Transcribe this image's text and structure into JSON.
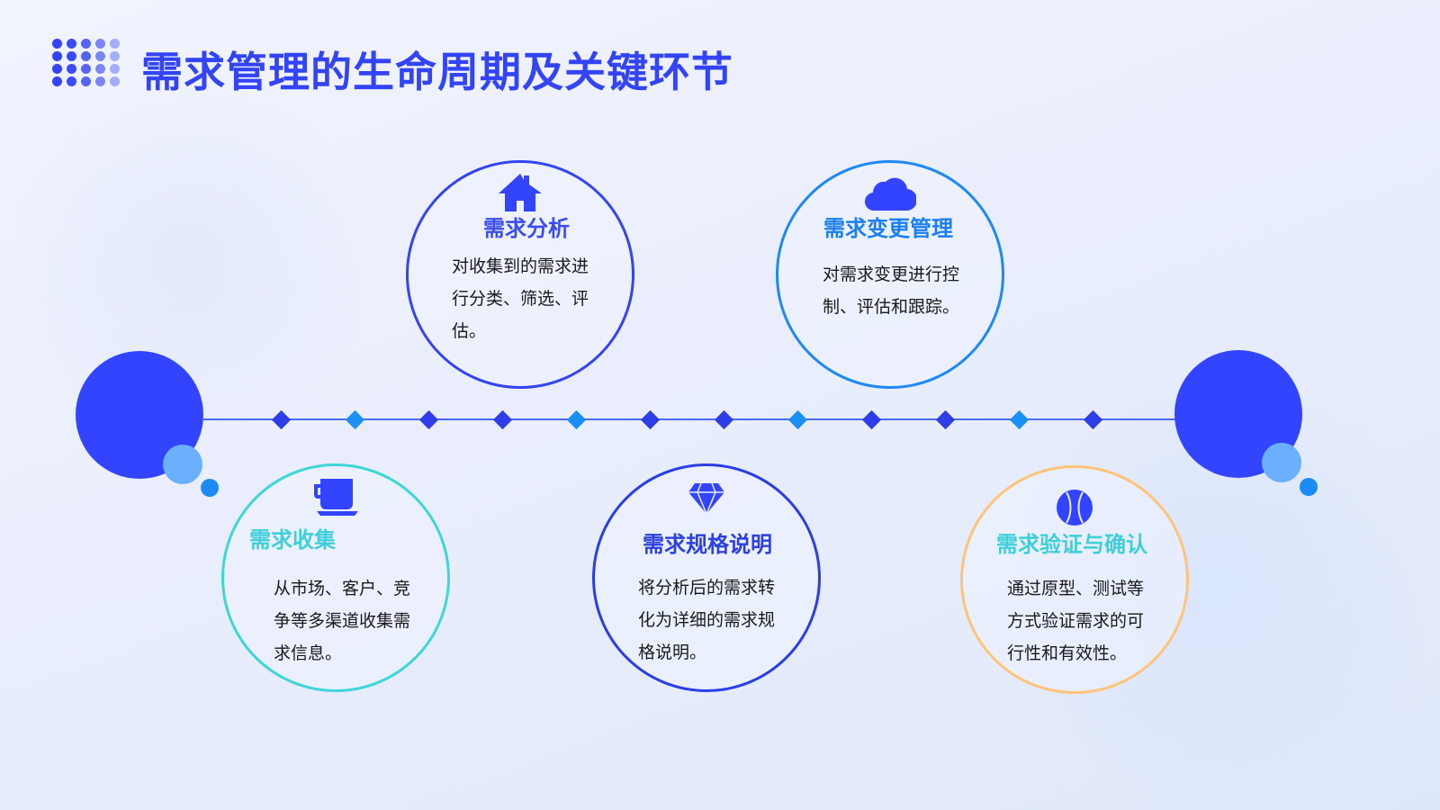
{
  "title": "需求管理的生命周期及关键环节",
  "colors": {
    "primary": "#3344f5",
    "light_blue": "#1a8ff5",
    "cyan": "#3ed0d8",
    "orange": "#ffc47a"
  },
  "stages": [
    {
      "title": "需求收集",
      "desc": "从市场、客户、竞争等多渠道收集需求信息。",
      "icon": "cup-icon"
    },
    {
      "title": "需求分析",
      "desc": "对收集到的需求进行分类、筛选、评估。",
      "icon": "house-icon"
    },
    {
      "title": "需求规格说明",
      "desc": "将分析后的需求转化为详细的需求规格说明。",
      "icon": "diamond-icon"
    },
    {
      "title": "需求变更管理",
      "desc": "对需求变更进行控制、评估和跟踪。",
      "icon": "cloud-icon"
    },
    {
      "title": "需求验证与确认",
      "desc": "通过原型、测试等方式验证需求的可行性和有效性。",
      "icon": "ball-icon"
    }
  ]
}
